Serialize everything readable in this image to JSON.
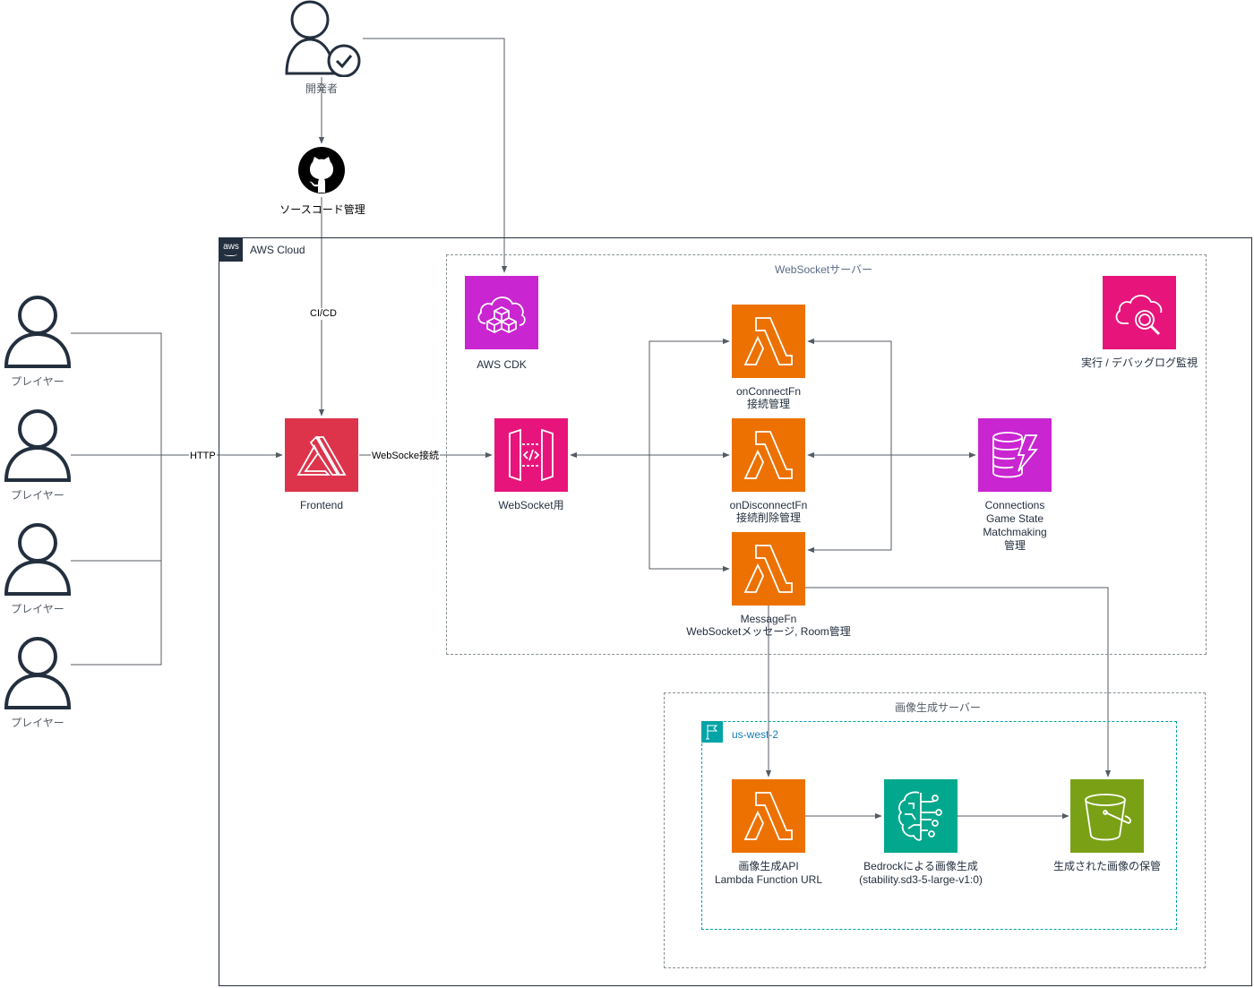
{
  "developer": {
    "label": "開発者",
    "icon": "user-check-icon"
  },
  "github": {
    "label": "ソースコード管理",
    "icon": "github-icon"
  },
  "players": [
    {
      "label": "プレイヤー"
    },
    {
      "label": "プレイヤー"
    },
    {
      "label": "プレイヤー"
    },
    {
      "label": "プレイヤー"
    }
  ],
  "aws_cloud": {
    "title": "AWS Cloud",
    "logo_text": "aws"
  },
  "websocket_group": {
    "title": "WebSocketサーバー"
  },
  "image_group": {
    "title": "画像生成サーバー"
  },
  "region": {
    "title": "us-west-2"
  },
  "nodes": {
    "cdk": {
      "label": "AWS CDK",
      "color": "#c925d1"
    },
    "frontend": {
      "label": "Frontend",
      "color": "#dd344c"
    },
    "apigw": {
      "label": "WebSocket用",
      "color": "#e7157b"
    },
    "on_connect": {
      "line1": "onConnectFn",
      "line2": "接続管理",
      "color": "#ed7100"
    },
    "on_disconnect": {
      "line1": "onDisconnectFn",
      "line2": "接続削除管理",
      "color": "#ed7100"
    },
    "message": {
      "line1": "MessageFn",
      "line2": "WebSocketメッセージ, Room管理",
      "color": "#ed7100"
    },
    "dynamodb": {
      "line1": "Connections",
      "line2": "Game State",
      "line3": "Matchmaking",
      "line4": "管理",
      "color": "#c925d1"
    },
    "cloudwatch": {
      "label": "実行 / デバッグログ監視",
      "color": "#e7157b"
    },
    "image_lambda": {
      "line1": "画像生成API",
      "line2": "Lambda Function URL",
      "color": "#ed7100"
    },
    "bedrock": {
      "line1": "Bedrockによる画像生成",
      "line2": "(stability.sd3-5-large-v1:0)",
      "color": "#01a88d"
    },
    "s3": {
      "label": "生成された画像の保管",
      "color": "#7aa116"
    }
  },
  "edges": {
    "cicd": "CI/CD",
    "http": "HTTP",
    "websocket": "WebSocke接続"
  },
  "colors": {
    "line": "#545b64",
    "region": "#00a4a6",
    "group_border": "#879196"
  }
}
